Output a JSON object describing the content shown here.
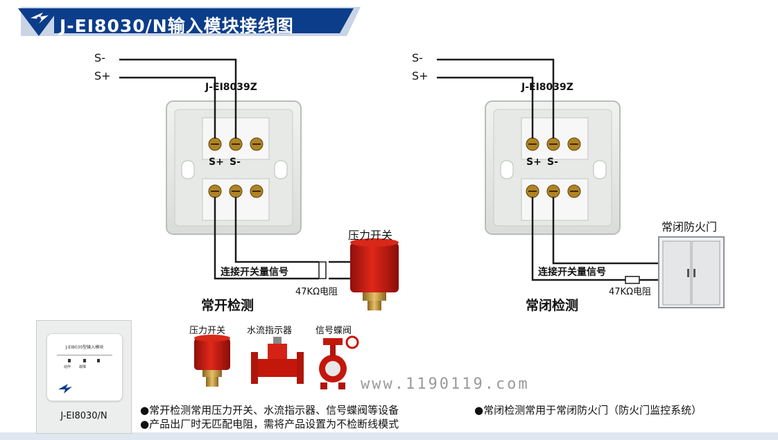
{
  "title": "J-EI8030/N输入模块接线图",
  "colors": {
    "title_bg": "#0b3d8a",
    "title_bg_light": "#c9d4e6",
    "wire": "#1a1a1a",
    "device_red": "#c0180f",
    "brass": "#c99a3a"
  },
  "left_diagram": {
    "terminal_s_minus": "S-",
    "terminal_s_plus": "S+",
    "base_model": "J-EI8039Z",
    "terminal_labels": [
      "S+",
      "S-"
    ],
    "signal_label": "连接开关量信号",
    "resistor_label": "47KΩ电阻",
    "device_label": "压力开关",
    "mode_title": "常开检测"
  },
  "right_diagram": {
    "terminal_s_minus": "S-",
    "terminal_s_plus": "S+",
    "base_model": "J-EI8039Z",
    "terminal_labels": [
      "S+",
      "S-"
    ],
    "signal_label": "连接开关量信号",
    "resistor_label": "47KΩ电阻",
    "device_label": "常闭防火门",
    "mode_title": "常闭检测"
  },
  "device_gallery": [
    {
      "label": "压力开关",
      "icon": "pressure-switch-icon"
    },
    {
      "label": "水流指示器",
      "icon": "water-flow-indicator-icon"
    },
    {
      "label": "信号蝶阀",
      "icon": "butterfly-valve-icon"
    }
  ],
  "module_card": {
    "caption": "J-EI8030/N",
    "face_text": "J-EI8030型输入模块",
    "led_labels": [
      "动作",
      "故障"
    ]
  },
  "watermark": "www.1190119.com",
  "notes": [
    "●常开检测常用压力开关、水流指示器、信号蝶阀等设备",
    "●产品出厂时无匹配电阻，需将产品设置为不检断线模式",
    "●常闭检测常用于常闭防火门（防火门监控系统）"
  ]
}
